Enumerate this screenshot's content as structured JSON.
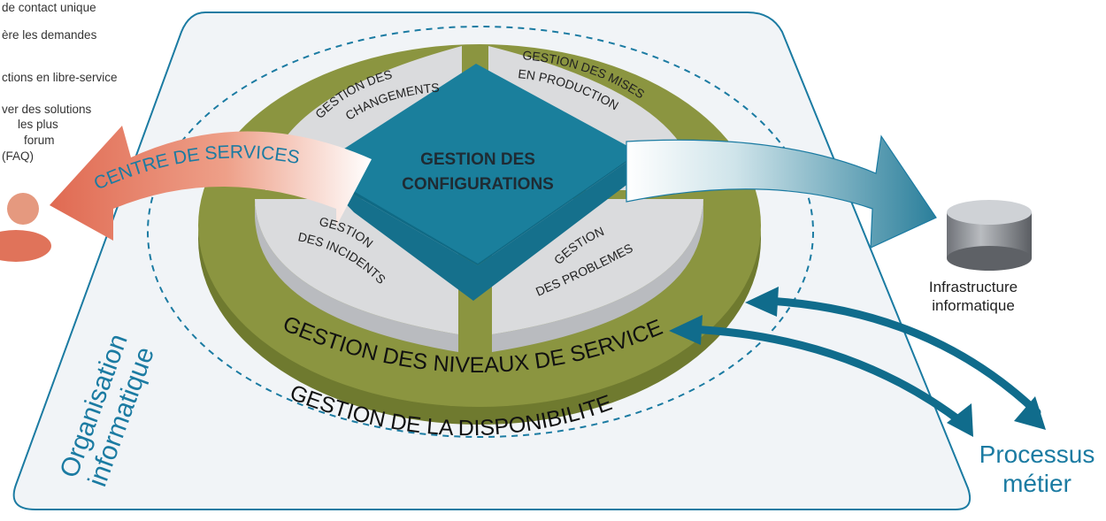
{
  "left_panel": {
    "lines": [
      "de contact unique",
      "ère les demandes",
      "ctions en libre-service",
      "ver des solutions",
      "les plus",
      "forum",
      "(FAQ)"
    ]
  },
  "diagram": {
    "center_label_line1": "GESTION DES",
    "center_label_line2": "CONFIGURATIONS",
    "segment_changes": [
      "GESTION DES",
      "CHANGEMENTS"
    ],
    "segment_releases": [
      "GESTION DES MISES",
      "EN PRODUCTION"
    ],
    "segment_incidents": [
      "GESTION",
      "DES INCIDENTS"
    ],
    "segment_problems": [
      "GESTION",
      "DES PROBLEMES"
    ],
    "service_levels_label": "GESTION DES NIVEAUX DE SERVICE",
    "availability_label": "GESTION DE LA DISPONIBILITE",
    "service_desk_label": "CENTRE DE SERVICES",
    "organisation_line1": "Organisation",
    "organisation_line2": "informatique"
  },
  "infrastructure": {
    "line1": "Infrastructure",
    "line2": "informatique"
  },
  "business": {
    "line1": "Processus",
    "line2": "métier"
  },
  "colors": {
    "olive": "#8b9540",
    "teal": "#1a7f9c",
    "teal_dark": "#0f6a85",
    "salmon": "#e0735a",
    "panel": "#f1f4f7",
    "panel_border": "#1b7ba2",
    "segment_light": "#dadbdd",
    "segment_side": "#b9bbbf"
  }
}
